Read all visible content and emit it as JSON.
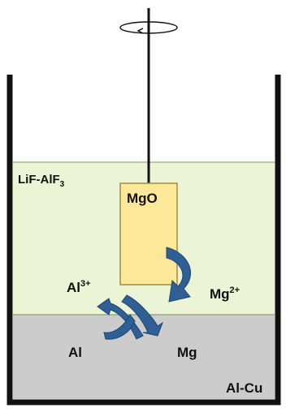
{
  "labels": {
    "salt": "LiF-AlF",
    "salt_sub": "3",
    "electrode": "MgO",
    "al_ion": "Al",
    "al_ion_charge": "3+",
    "mg_ion": "Mg",
    "mg_ion_charge": "2+",
    "al_metal": "Al",
    "mg_metal": "Mg",
    "alloy": "Al-Cu"
  },
  "icons": {
    "rotation": "rotation-arrow-icon",
    "exchange": "exchange-arrows-icon"
  },
  "colors": {
    "salt_layer": "#ebf5d6",
    "alloy_layer": "#cccccc",
    "electrode": "#fde89a",
    "electrode_border": "#a08c3c",
    "arrows": "#2f5f94",
    "walls": "#111111"
  }
}
